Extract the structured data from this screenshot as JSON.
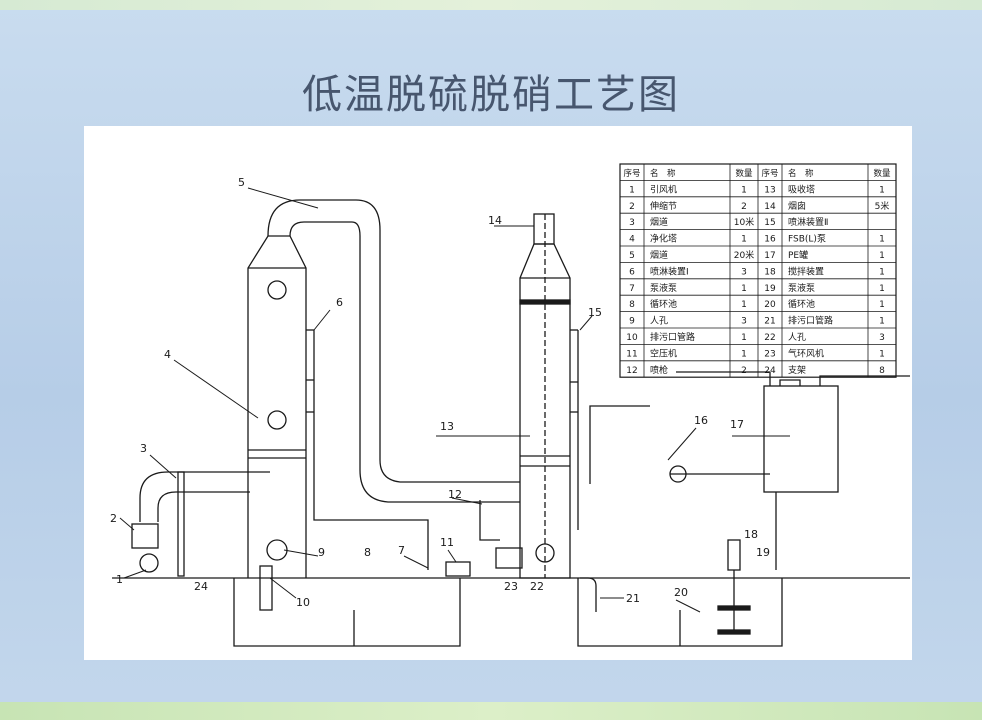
{
  "slide": {
    "title": "低温脱硫脱硝工艺图"
  },
  "table": {
    "headers": [
      "序号",
      "名　称",
      "数量",
      "序号",
      "名　称",
      "数量"
    ],
    "rows": [
      [
        "1",
        "引风机",
        "1",
        "13",
        "吸收塔",
        "1"
      ],
      [
        "2",
        "伸缩节",
        "2",
        "14",
        "烟囱",
        "5米"
      ],
      [
        "3",
        "烟道",
        "10米",
        "15",
        "喷淋装置Ⅱ",
        ""
      ],
      [
        "4",
        "净化塔",
        "1",
        "16",
        "FSB(L)泵",
        "1"
      ],
      [
        "5",
        "烟道",
        "20米",
        "17",
        "PE罐",
        "1"
      ],
      [
        "6",
        "喷淋装置Ⅰ",
        "3",
        "18",
        "搅拌装置",
        "1"
      ],
      [
        "7",
        "泵液泵",
        "1",
        "19",
        "泵液泵",
        "1"
      ],
      [
        "8",
        "循环池",
        "1",
        "20",
        "循环池",
        "1"
      ],
      [
        "9",
        "人孔",
        "3",
        "21",
        "排污口管路",
        "1"
      ],
      [
        "10",
        "排污口管路",
        "1",
        "22",
        "人孔",
        "3"
      ],
      [
        "11",
        "空压机",
        "1",
        "23",
        "气环风机",
        "1"
      ],
      [
        "12",
        "喷枪",
        "2",
        "24",
        "支架",
        "8"
      ]
    ]
  },
  "callouts": [
    "1",
    "2",
    "3",
    "4",
    "5",
    "6",
    "7",
    "8",
    "9",
    "10",
    "11",
    "12",
    "13",
    "14",
    "15",
    "16",
    "17",
    "18",
    "19",
    "20",
    "21",
    "22",
    "23",
    "24"
  ]
}
